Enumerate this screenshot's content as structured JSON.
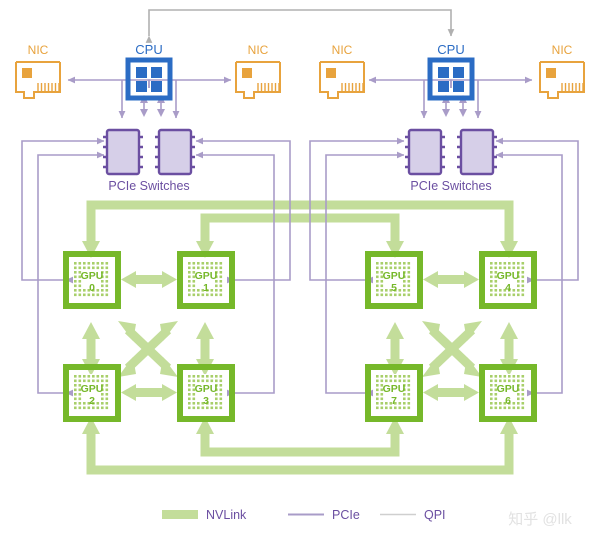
{
  "diagram": {
    "title": "8-GPU NVLink hybrid cube-mesh topology with dual CPU, PCIe switches and NICs",
    "colors": {
      "nvlink": "#b9d88a",
      "nvlink_dark": "#7fb03c",
      "pcie": "#a99cc8",
      "pcie_dark": "#6b4fa1",
      "qpi": "#b0b0b0",
      "cpu_blue": "#2b6cc4",
      "nic_orange": "#e8a33d",
      "gpu_green": "#76b82a",
      "background": "#ffffff",
      "watermark": "#dcdcdc"
    },
    "cpus": [
      {
        "id": "cpu-left",
        "label": "CPU"
      },
      {
        "id": "cpu-right",
        "label": "CPU"
      }
    ],
    "nics": [
      {
        "id": "nic-far-left",
        "label": "NIC"
      },
      {
        "id": "nic-mid-left",
        "label": "NIC"
      },
      {
        "id": "nic-mid-right",
        "label": "NIC"
      },
      {
        "id": "nic-far-right",
        "label": "NIC"
      }
    ],
    "switch_groups": [
      {
        "id": "pcie-switches-left",
        "label": "PCIe Switches",
        "count": 2
      },
      {
        "id": "pcie-switches-right",
        "label": "PCIe Switches",
        "count": 2
      }
    ],
    "gpus": [
      {
        "id": "gpu-0",
        "name": "GPU",
        "index": "0",
        "row": "top",
        "side": "left"
      },
      {
        "id": "gpu-1",
        "name": "GPU",
        "index": "1",
        "row": "top",
        "side": "left"
      },
      {
        "id": "gpu-2",
        "name": "GPU",
        "index": "2",
        "row": "bottom",
        "side": "left"
      },
      {
        "id": "gpu-3",
        "name": "GPU",
        "index": "3",
        "row": "bottom",
        "side": "left"
      },
      {
        "id": "gpu-5",
        "name": "GPU",
        "index": "5",
        "row": "top",
        "side": "right"
      },
      {
        "id": "gpu-4",
        "name": "GPU",
        "index": "4",
        "row": "top",
        "side": "right"
      },
      {
        "id": "gpu-7",
        "name": "GPU",
        "index": "7",
        "row": "bottom",
        "side": "right"
      },
      {
        "id": "gpu-6",
        "name": "GPU",
        "index": "6",
        "row": "bottom",
        "side": "right"
      }
    ],
    "legend": [
      {
        "id": "legend-nvlink",
        "label": "NVLink",
        "style": "thick-green-bar"
      },
      {
        "id": "legend-pcie",
        "label": "PCIe",
        "style": "thin-purple-line"
      },
      {
        "id": "legend-qpi",
        "label": "QPI",
        "style": "thin-gray-line"
      }
    ],
    "watermark": "知乎 @llk"
  }
}
